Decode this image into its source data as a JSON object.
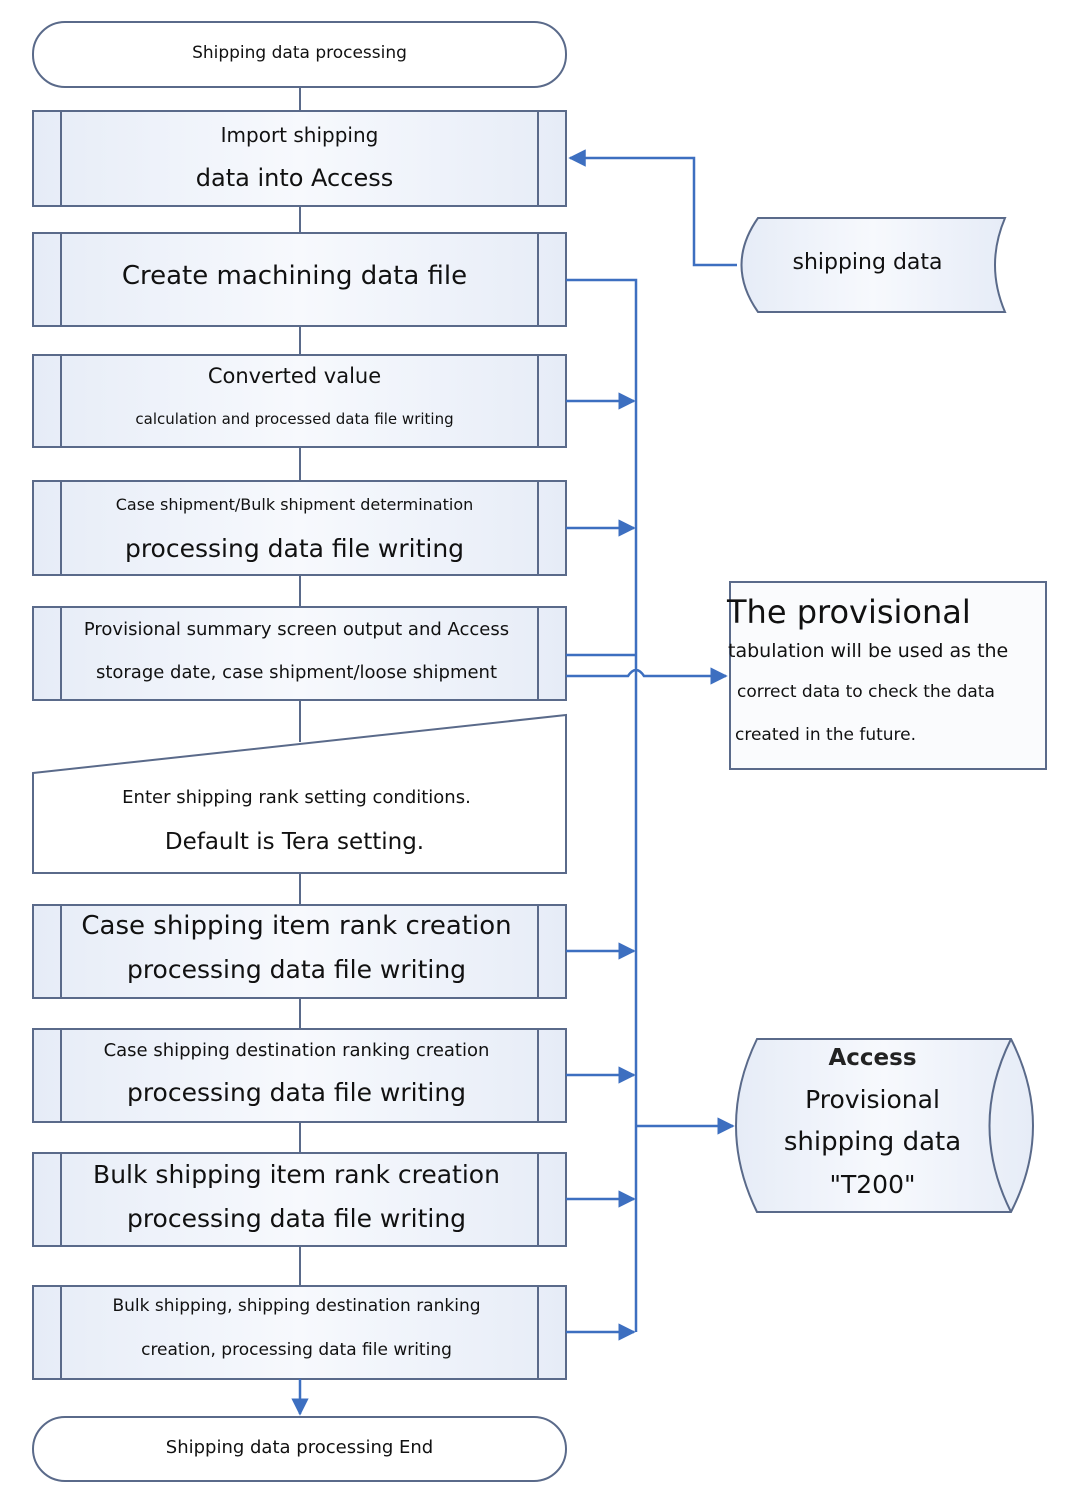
{
  "diagram": {
    "type": "flowchart",
    "colors": {
      "stroke": "#5a6a8a",
      "arrow": "#3d6fc0",
      "fill_light": "#eef2fa",
      "text": "#111111"
    },
    "start": {
      "label": "Shipping data processing",
      "shape": "terminator"
    },
    "steps": [
      {
        "id": "import",
        "shape": "predefined-process",
        "lines": [
          "Import shipping",
          "data into Access"
        ]
      },
      {
        "id": "machining",
        "shape": "predefined-process",
        "lines": [
          "Create machining data file"
        ]
      },
      {
        "id": "converted",
        "shape": "predefined-process",
        "lines": [
          "Converted value",
          "calculation and processed data file writing"
        ]
      },
      {
        "id": "case-bulk",
        "shape": "predefined-process",
        "lines": [
          "Case shipment/Bulk shipment determination",
          "processing data file writing"
        ]
      },
      {
        "id": "provisional-summary",
        "shape": "predefined-process",
        "lines": [
          "Provisional summary screen output and Access",
          "storage date, case shipment/loose shipment"
        ]
      },
      {
        "id": "manual-input",
        "shape": "manual-input",
        "lines": [
          "Enter shipping rank setting conditions.",
          "Default is Tera setting."
        ]
      },
      {
        "id": "case-item-rank",
        "shape": "predefined-process",
        "lines": [
          "Case shipping item rank creation",
          "processing data file writing"
        ]
      },
      {
        "id": "case-dest-rank",
        "shape": "predefined-process",
        "lines": [
          "Case shipping destination ranking creation",
          "processing data file writing"
        ]
      },
      {
        "id": "bulk-item-rank",
        "shape": "predefined-process",
        "lines": [
          "Bulk shipping item rank creation",
          "processing data file writing"
        ]
      },
      {
        "id": "bulk-dest-rank",
        "shape": "predefined-process",
        "lines": [
          "Bulk shipping, shipping destination ranking",
          "creation, processing data file writing"
        ]
      }
    ],
    "end": {
      "label": "Shipping data processing End",
      "shape": "terminator"
    },
    "side": {
      "input_data": {
        "label": "shipping data",
        "shape": "stored-data",
        "target": "import"
      },
      "note": {
        "shape": "document-box",
        "lines": [
          "The provisional",
          "tabulation will be used as the",
          "correct data to check the data",
          "created in the future."
        ],
        "source": "provisional-summary"
      },
      "database": {
        "shape": "stored-data",
        "lines": [
          "Access",
          "Provisional",
          "shipping data",
          "\"T200\""
        ],
        "sources": [
          "machining",
          "converted",
          "case-bulk",
          "provisional-summary",
          "case-item-rank",
          "case-dest-rank",
          "bulk-item-rank",
          "bulk-dest-rank"
        ]
      }
    }
  }
}
